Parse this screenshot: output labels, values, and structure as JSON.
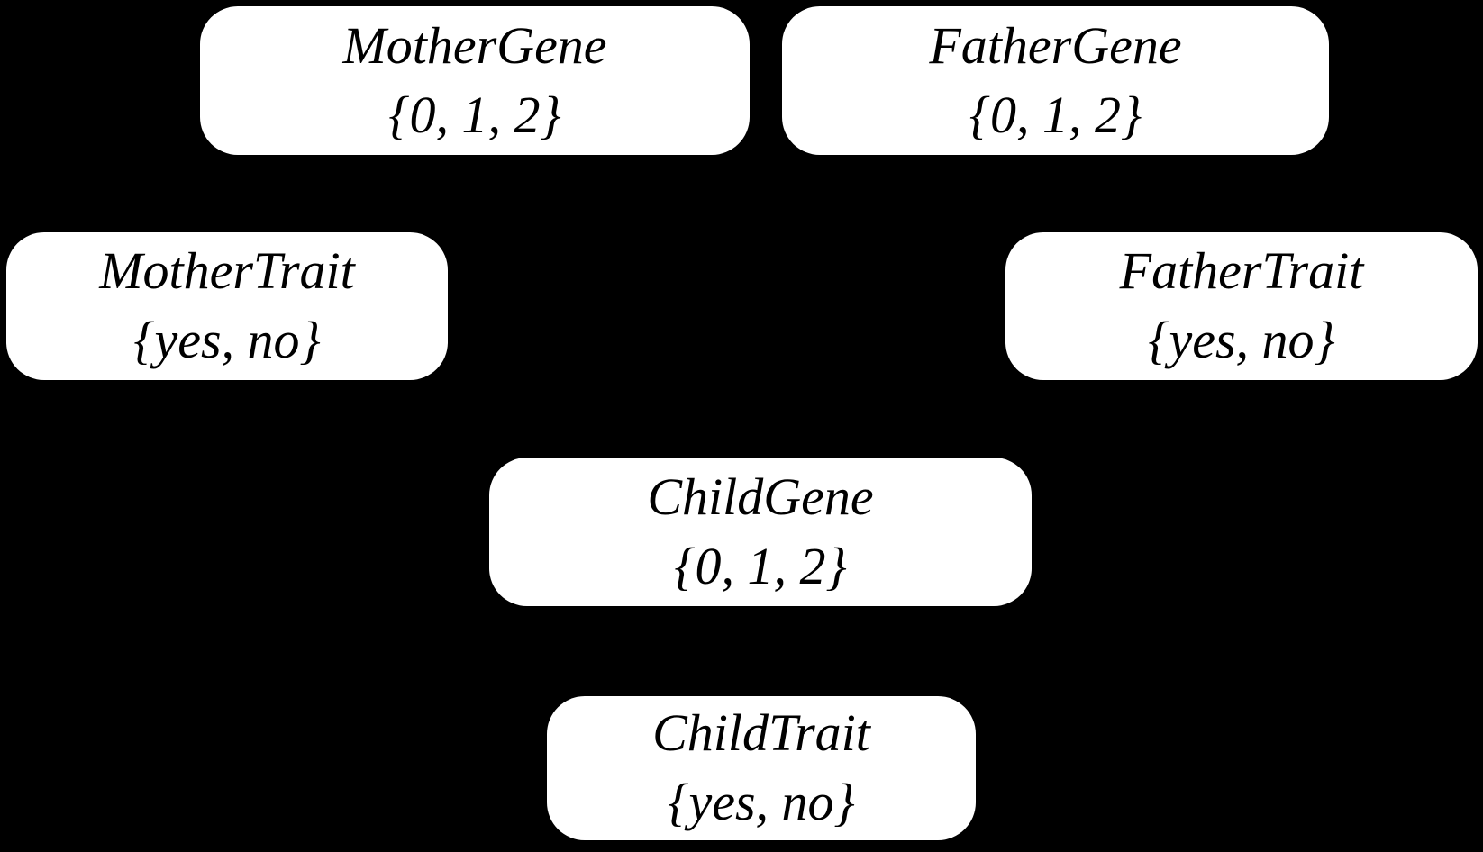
{
  "diagram": {
    "type": "bayesian-network",
    "colors": {
      "background": "#000000",
      "node_fill": "#ffffff",
      "node_text": "#000000"
    },
    "nodes": [
      {
        "name": "MotherGene",
        "domain": "{0, 1, 2}"
      },
      {
        "name": "FatherGene",
        "domain": "{0, 1, 2}"
      },
      {
        "name": "MotherTrait",
        "domain": "{yes, no}"
      },
      {
        "name": "FatherTrait",
        "domain": "{yes, no}"
      },
      {
        "name": "ChildGene",
        "domain": "{0, 1, 2}"
      },
      {
        "name": "ChildTrait",
        "domain": "{yes, no}"
      }
    ]
  }
}
